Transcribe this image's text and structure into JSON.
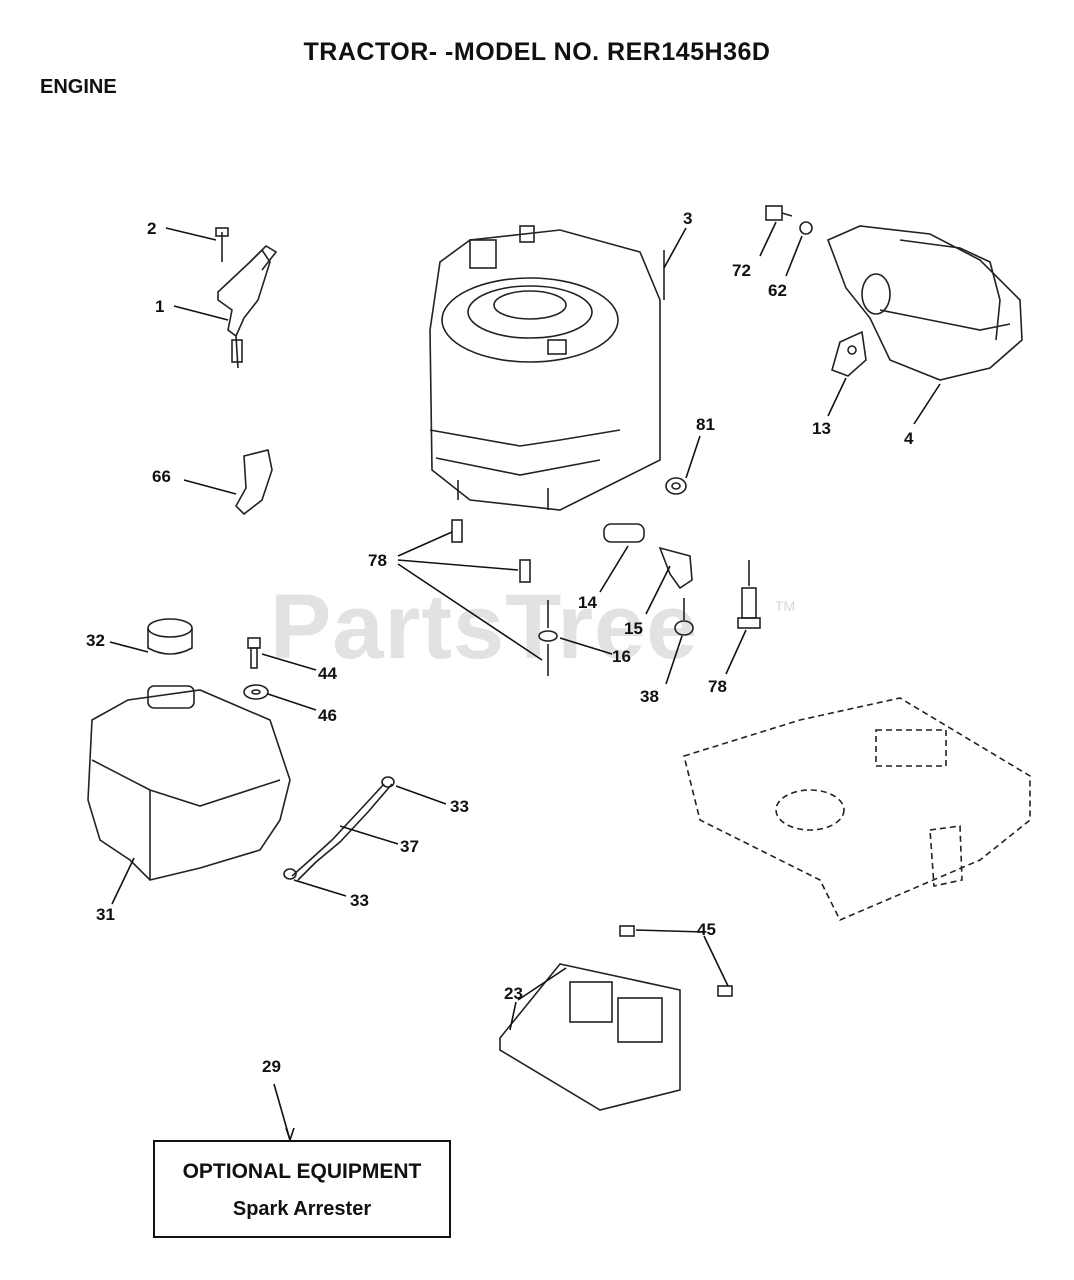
{
  "header": {
    "title": "TRACTOR- -MODEL NO. RER145H36D",
    "section": "ENGINE"
  },
  "watermark": {
    "text": "PartsTree",
    "trademark": "TM"
  },
  "optional_box": {
    "line1": "OPTIONAL EQUIPMENT",
    "line2": "Spark Arrester"
  },
  "callouts": {
    "c1": "1",
    "c2": "2",
    "c3": "3",
    "c4": "4",
    "c13": "13",
    "c14": "14",
    "c15": "15",
    "c16": "16",
    "c23": "23",
    "c29": "29",
    "c31": "31",
    "c32": "32",
    "c33a": "33",
    "c33b": "33",
    "c37": "37",
    "c38": "38",
    "c44": "44",
    "c45": "45",
    "c46": "46",
    "c62": "62",
    "c66": "66",
    "c72": "72",
    "c78a": "78",
    "c78b": "78",
    "c81": "81"
  }
}
